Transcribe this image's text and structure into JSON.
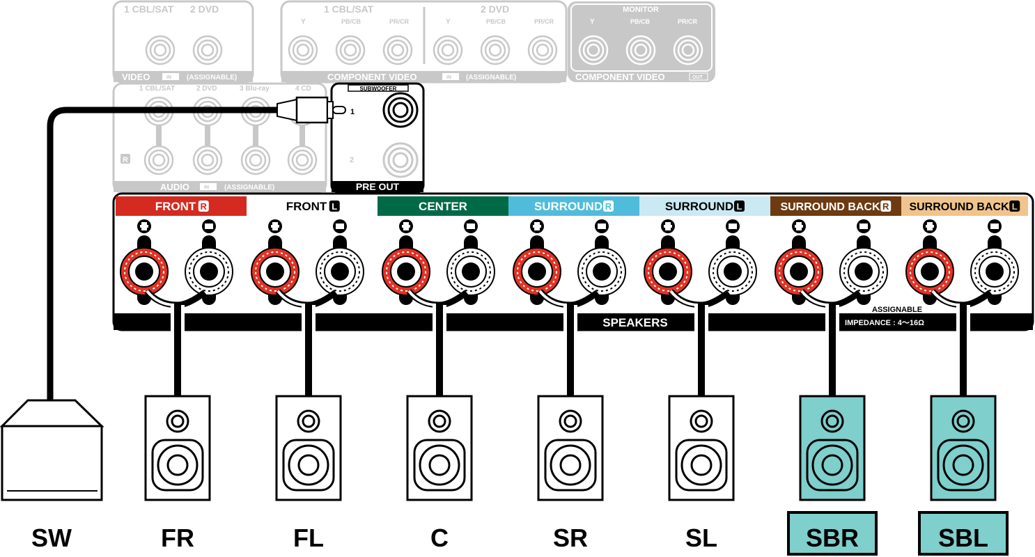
{
  "video_in": {
    "inputs": [
      "1 CBL/SAT",
      "2 DVD"
    ],
    "footer": "VIDEO",
    "in_badge": "IN",
    "assignable": "(ASSIGNABLE)"
  },
  "component_in": {
    "groups": [
      "1 CBL/SAT",
      "2 DVD"
    ],
    "jacks": [
      "Y",
      "PB/CB",
      "PR/CR"
    ],
    "footer": "COMPONENT VIDEO",
    "in_badge": "IN",
    "assignable": "(ASSIGNABLE)"
  },
  "component_out": {
    "title": "MONITOR",
    "jacks": [
      "Y",
      "PB/CB",
      "PR/CR"
    ],
    "footer": "COMPONENT VIDEO",
    "out_badge": "OUT"
  },
  "audio_in": {
    "inputs": [
      "1 CBL/SAT",
      "2 DVD",
      "3 Blu-ray",
      "4 CD"
    ],
    "r_mark": "R",
    "footer": "AUDIO",
    "in_badge": "IN",
    "assignable": "(ASSIGNABLE)"
  },
  "pre_out": {
    "subwoofer": "SUBWOOFER",
    "jack1": "1",
    "jack2": "2",
    "footer": "PRE OUT"
  },
  "speakers_panel": {
    "channels": [
      {
        "label": "FRONT",
        "side": "R",
        "color": "#d42a20",
        "text_color": "#ffffff"
      },
      {
        "label": "FRONT",
        "side": "L",
        "color": "#ffffff",
        "text_color": "#000000"
      },
      {
        "label": "CENTER",
        "side": "",
        "color": "#006a47",
        "text_color": "#ffffff"
      },
      {
        "label": "SURROUND",
        "side": "R",
        "color": "#4fbcdc",
        "text_color": "#ffffff"
      },
      {
        "label": "SURROUND",
        "side": "L",
        "color": "#cbe9f3",
        "text_color": "#000000"
      },
      {
        "label": "SURROUND BACK",
        "side": "R",
        "color": "#6e3a12",
        "text_color": "#ffffff"
      },
      {
        "label": "SURROUND BACK",
        "side": "L",
        "color": "#f0c48c",
        "text_color": "#000000"
      }
    ],
    "footer": "SPEAKERS",
    "assignable": "ASSIGNABLE",
    "impedance": "IMPEDANCE : 4～16Ω"
  },
  "speakers": [
    {
      "label": "SW",
      "highlight": false
    },
    {
      "label": "FR",
      "highlight": false
    },
    {
      "label": "FL",
      "highlight": false
    },
    {
      "label": "C",
      "highlight": false
    },
    {
      "label": "SR",
      "highlight": false
    },
    {
      "label": "SL",
      "highlight": false
    },
    {
      "label": "SBR",
      "highlight": true
    },
    {
      "label": "SBL",
      "highlight": true
    }
  ],
  "colors": {
    "highlight": "#7fcfcc",
    "terminal_red": "#e03325",
    "inactive": "#c8c8c8"
  }
}
